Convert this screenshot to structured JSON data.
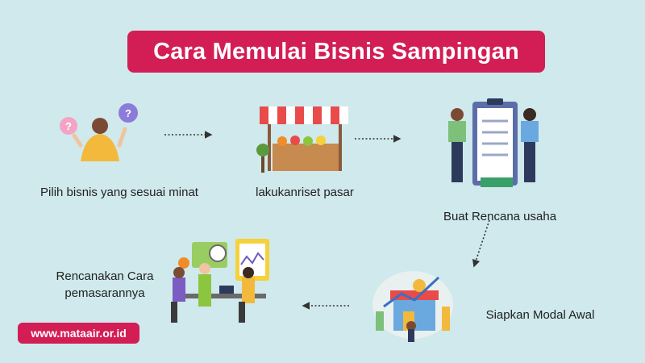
{
  "title": "Cara Memulai Bisnis Sampingan",
  "steps": [
    {
      "label": "Pilih bisnis yang sesuai minat"
    },
    {
      "label": "lakukanriset pasar"
    },
    {
      "label": "Buat Rencana usaha"
    },
    {
      "label": "Siapkan Modal Awal"
    },
    {
      "label": "Rencanakan Cara pemasarannya"
    }
  ],
  "website": "www.mataair.or.id",
  "colors": {
    "background": "#cfe9ec",
    "accent": "#d31d55"
  },
  "icons": [
    "person-choosing-icon",
    "market-stall-icon",
    "business-plan-icon",
    "capital-growth-icon",
    "marketing-team-icon"
  ]
}
